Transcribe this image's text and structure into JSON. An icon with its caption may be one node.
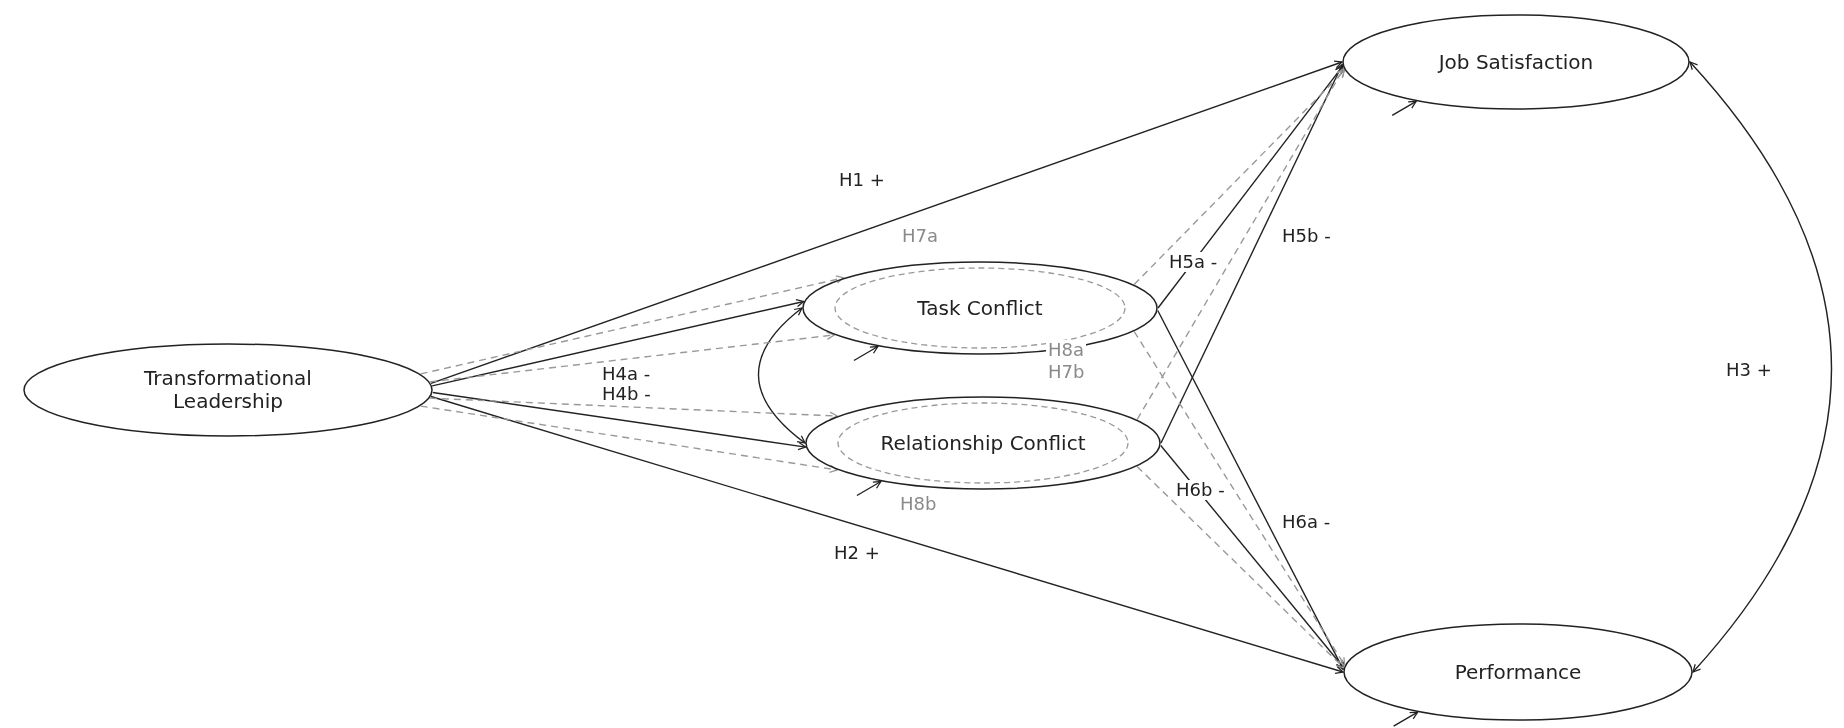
{
  "diagram": {
    "nodes": [
      {
        "text": [
          "Transformational Leadership"
        ]
      },
      {
        "text": [
          "Job Satisfaction"
        ]
      },
      {
        "text": [
          "Task Conflict"
        ]
      },
      {
        "text": [
          "Relationship Conflict"
        ]
      },
      {
        "text": [
          "Performance"
        ]
      }
    ],
    "edges": [
      {
        "from": 0,
        "to": 1,
        "arrow": "to",
        "label": "H1 +"
      },
      {
        "from": 0,
        "to": 2,
        "arrow": "to",
        "label": "H4a -"
      },
      {
        "from": 0,
        "to": 3,
        "arrow": "to",
        "label": "H4b -"
      },
      {
        "from": 0,
        "to": 4,
        "arrow": "to",
        "label": "H2 +"
      },
      {
        "from": 2,
        "to": 1,
        "arrow": "to",
        "label": "H5a -"
      },
      {
        "from": 3,
        "to": 1,
        "arrow": "to",
        "label": "H5b -"
      },
      {
        "from": 2,
        "to": 4,
        "arrow": "to",
        "label": "H6a -"
      },
      {
        "from": 3,
        "to": 4,
        "arrow": "to",
        "label": "H6b -"
      },
      {
        "from": 1,
        "to": 4,
        "arrow": "both",
        "label": "H3 +"
      },
      {
        "from": 2,
        "to": 3,
        "arrow": "both"
      },
      {
        "from": 0,
        "to": 2,
        "arrow": "to",
        "style": "dashed",
        "color": "#999999"
      },
      {
        "from": 0,
        "to": 2,
        "arrow": "to",
        "style": "dashed",
        "color": "#999999"
      },
      {
        "from": 0,
        "to": 3,
        "arrow": "to",
        "style": "dashed",
        "color": "#999999"
      },
      {
        "from": 0,
        "to": 3,
        "arrow": "to",
        "style": "dashed",
        "color": "#999999"
      },
      {
        "from": 2,
        "to": 1,
        "arrow": "to",
        "style": "dashed",
        "color": "#999999"
      },
      {
        "from": 2,
        "to": 4,
        "arrow": "to",
        "style": "dashed",
        "color": "#999999"
      },
      {
        "from": 3,
        "to": 1,
        "arrow": "to",
        "style": "dashed",
        "color": "#999999"
      },
      {
        "from": 3,
        "to": 4,
        "arrow": "to",
        "style": "dashed",
        "color": "#999999"
      },
      {
        "from": null,
        "to": 2,
        "arrow": "to"
      },
      {
        "from": null,
        "to": 3,
        "arrow": "to"
      },
      {
        "from": null,
        "to": 1,
        "arrow": "to"
      },
      {
        "from": null,
        "to": 4,
        "arrow": "to"
      }
    ],
    "labels": [
      "H7a",
      "H8a",
      "H7b",
      "H8b"
    ]
  }
}
